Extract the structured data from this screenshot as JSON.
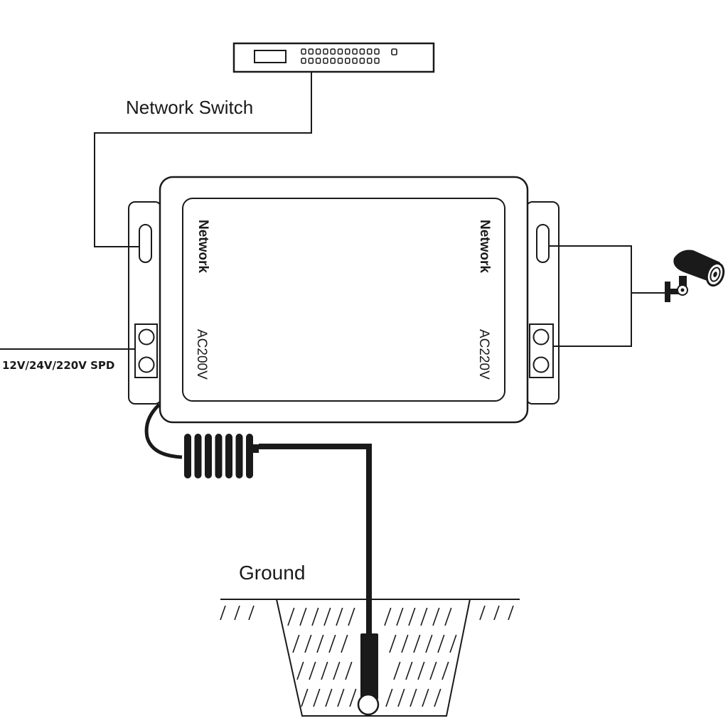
{
  "labels": {
    "network_switch": "Network Switch",
    "spd_power": "12V/24V/220V SPD",
    "ground": "Ground",
    "left_network": "Network",
    "left_ac": "AC200V",
    "right_network": "Network",
    "right_ac": "AC220V"
  },
  "icons": {
    "switch": "network-switch-icon",
    "camera": "cctv-camera-icon",
    "ground_rod": "ground-electrode-icon"
  },
  "colors": {
    "line": "#1a1a1a",
    "background": "#ffffff"
  }
}
